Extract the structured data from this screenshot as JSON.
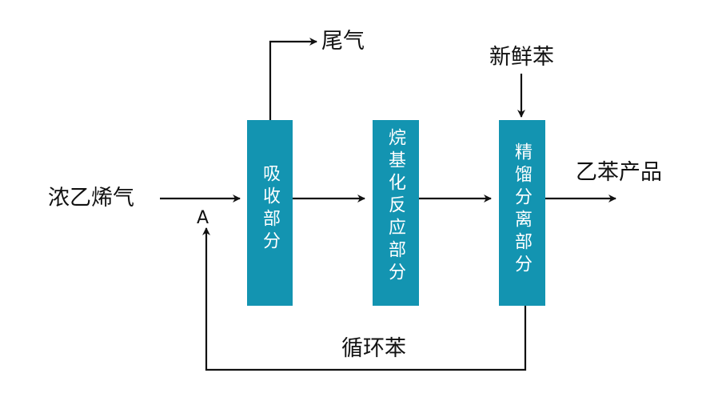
{
  "colors": {
    "box_fill": "#1394b1",
    "box_text": "#ffffff",
    "line": "#111111"
  },
  "inputs": {
    "feed": "浓乙烯气",
    "fresh_benzene": "新鲜苯"
  },
  "outputs": {
    "tail_gas": "尾气",
    "product": "乙苯产品"
  },
  "recycle": {
    "label": "循环苯",
    "point": "A"
  },
  "units": [
    {
      "label": "吸收部分"
    },
    {
      "label": "烷基化反应部分"
    },
    {
      "label": "精馏分离部分"
    }
  ]
}
